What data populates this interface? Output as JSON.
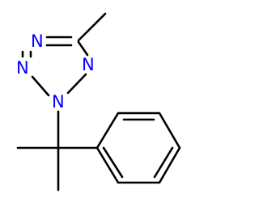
{
  "molecule": {
    "atoms": {
      "n1": "N",
      "n2": "N",
      "n3": "N",
      "n4": "N"
    },
    "colors": {
      "bond": "#000000",
      "nitrogen": "#0000ff",
      "background": "#ffffff"
    }
  }
}
